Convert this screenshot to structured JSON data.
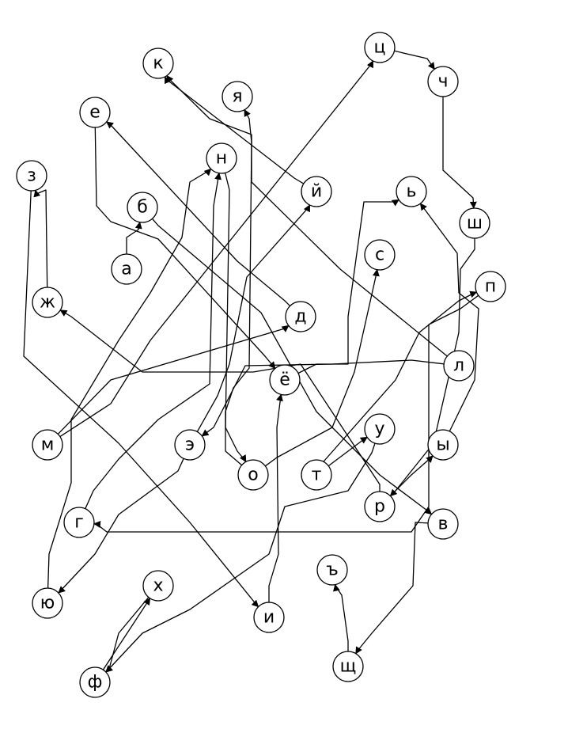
{
  "diagram": {
    "type": "directed-graph",
    "colors": {
      "stroke": "#000000",
      "node_fill": "#ffffff",
      "background": "#ffffff"
    },
    "nodes": [
      {
        "id": "tse",
        "label": "ц"
      },
      {
        "id": "che",
        "label": "ч"
      },
      {
        "id": "ka",
        "label": "к"
      },
      {
        "id": "ya",
        "label": "я"
      },
      {
        "id": "ie",
        "label": "е"
      },
      {
        "id": "en",
        "label": "н"
      },
      {
        "id": "ze",
        "label": "з"
      },
      {
        "id": "ij",
        "label": "й"
      },
      {
        "id": "soft",
        "label": "ь"
      },
      {
        "id": "be",
        "label": "б"
      },
      {
        "id": "sha",
        "label": "ш"
      },
      {
        "id": "es",
        "label": "с"
      },
      {
        "id": "a",
        "label": "а"
      },
      {
        "id": "pe",
        "label": "п"
      },
      {
        "id": "zhe",
        "label": "ж"
      },
      {
        "id": "de",
        "label": "д"
      },
      {
        "id": "el",
        "label": "л"
      },
      {
        "id": "yo",
        "label": "ё"
      },
      {
        "id": "u",
        "label": "у"
      },
      {
        "id": "em",
        "label": "м"
      },
      {
        "id": "e",
        "label": "э"
      },
      {
        "id": "yery",
        "label": "ы"
      },
      {
        "id": "o",
        "label": "о"
      },
      {
        "id": "te",
        "label": "т"
      },
      {
        "id": "er",
        "label": "р"
      },
      {
        "id": "ge",
        "label": "г"
      },
      {
        "id": "ve",
        "label": "в"
      },
      {
        "id": "hard",
        "label": "ъ"
      },
      {
        "id": "ha",
        "label": "х"
      },
      {
        "id": "yu",
        "label": "ю"
      },
      {
        "id": "i",
        "label": "и"
      },
      {
        "id": "shcha",
        "label": "щ"
      },
      {
        "id": "ef",
        "label": "ф"
      }
    ],
    "edges": [
      {
        "from": "tse",
        "to": "che"
      },
      {
        "from": "che",
        "to": "sha"
      },
      {
        "from": "em",
        "to": "tse"
      },
      {
        "from": "ij",
        "to": "ka"
      },
      {
        "from": "el",
        "to": "ka"
      },
      {
        "from": "o",
        "to": "ya"
      },
      {
        "from": "de",
        "to": "ie"
      },
      {
        "from": "ie",
        "to": "yo"
      },
      {
        "from": "yu",
        "to": "en"
      },
      {
        "from": "ge",
        "to": "en"
      },
      {
        "from": "zhe",
        "to": "ze"
      },
      {
        "from": "e",
        "to": "ij"
      },
      {
        "from": "yo",
        "to": "soft"
      },
      {
        "from": "yery",
        "to": "soft"
      },
      {
        "from": "a",
        "to": "be"
      },
      {
        "from": "be",
        "to": "ve"
      },
      {
        "from": "o",
        "to": "es"
      },
      {
        "from": "te",
        "to": "pe"
      },
      {
        "from": "er",
        "to": "zhe"
      },
      {
        "from": "em",
        "to": "de"
      },
      {
        "from": "ze",
        "to": "i"
      },
      {
        "from": "el",
        "to": "e"
      },
      {
        "from": "te",
        "to": "u"
      },
      {
        "from": "en",
        "to": "o"
      },
      {
        "from": "sha",
        "to": "er"
      },
      {
        "from": "er",
        "to": "yery"
      },
      {
        "from": "pe",
        "to": "ge"
      },
      {
        "from": "ve",
        "to": "shcha"
      },
      {
        "from": "shcha",
        "to": "hard"
      },
      {
        "from": "ha",
        "to": "ef"
      },
      {
        "from": "ef",
        "to": "ha"
      },
      {
        "from": "e",
        "to": "yu"
      },
      {
        "from": "u",
        "to": "ef"
      },
      {
        "from": "i",
        "to": "yo"
      }
    ]
  }
}
